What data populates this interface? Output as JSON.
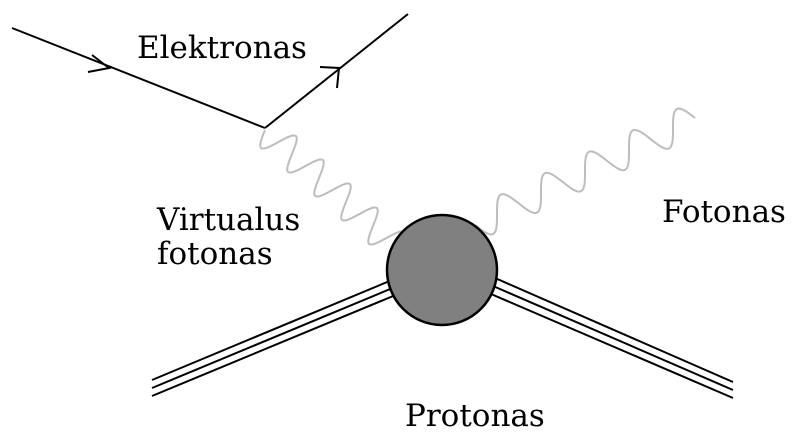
{
  "labels": {
    "electron": "Elektronas",
    "virtual_photon_line1": "Virtualus",
    "virtual_photon_line2": "fotonas",
    "photon": "Fotonas",
    "proton": "Protonas"
  },
  "colors": {
    "lines": "#000000",
    "photon_wave": "#bdbdbd",
    "blob_fill": "#808080"
  }
}
